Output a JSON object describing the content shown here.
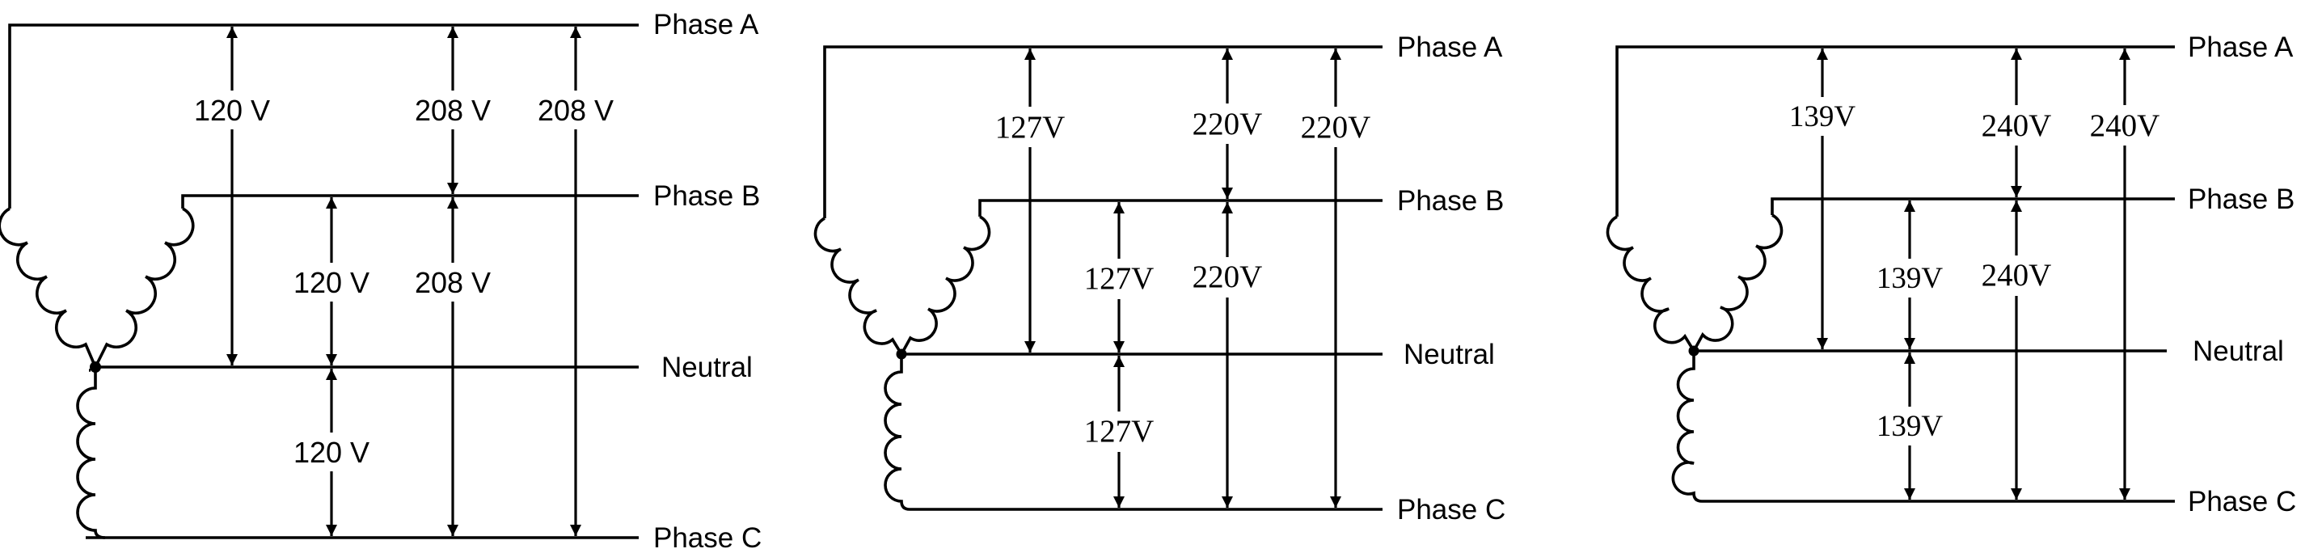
{
  "diagrams": [
    {
      "phase_labels": [
        "Phase A",
        "Phase B",
        "Neutral",
        "Phase C"
      ],
      "phase_neutral_voltage": "120 V",
      "phase_phase_voltage": "208 V"
    },
    {
      "phase_labels": [
        "Phase A",
        "Phase B",
        "Neutral",
        "Phase C"
      ],
      "phase_neutral_voltage": "127V",
      "phase_phase_voltage": "220V"
    },
    {
      "phase_labels": [
        "Phase A",
        "Phase B",
        "Neutral",
        "Phase C"
      ],
      "phase_neutral_voltage": "139V",
      "phase_phase_voltage": "240V"
    }
  ]
}
